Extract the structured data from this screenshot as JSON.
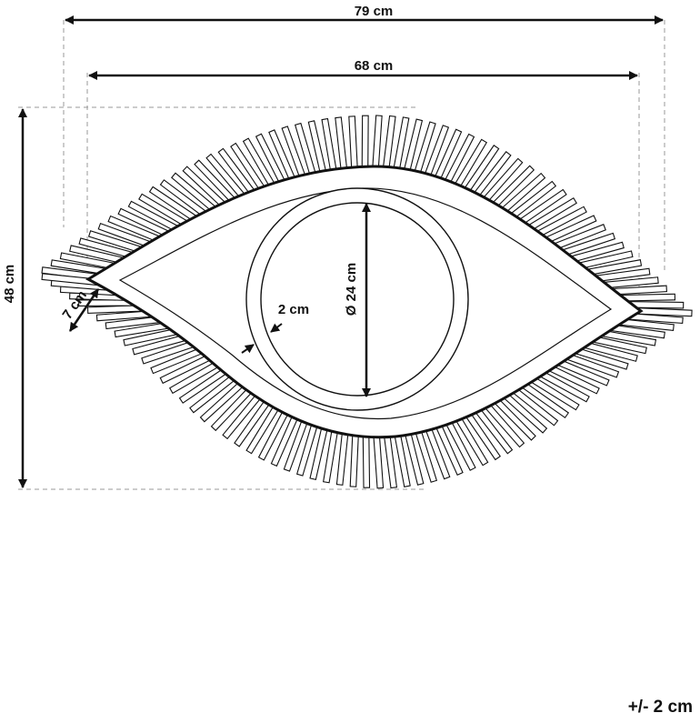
{
  "dimensions": {
    "overall_width": "79 cm",
    "frame_width": "68 cm",
    "height": "48 cm",
    "fringe_length": "7 cm",
    "frame_thickness": "2 cm",
    "mirror_diameter": "Ø 24 cm"
  },
  "tolerance": "+/- 2 cm",
  "colors": {
    "line": "#111111",
    "guide": "#9a9a9a"
  }
}
